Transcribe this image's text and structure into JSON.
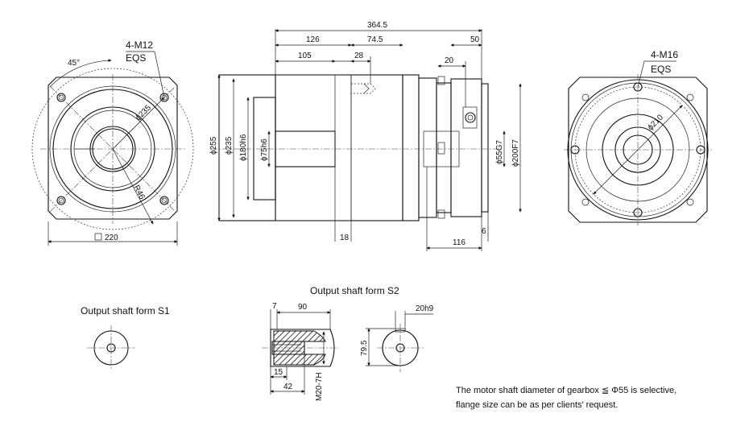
{
  "front_view": {
    "angle_label": "45°",
    "bolt_label": "4-M12",
    "eqs_label": "EQS",
    "pcd_label": "ϕ235",
    "radius_label": "R46",
    "square_label": "220"
  },
  "side_view": {
    "top_dims": [
      "364.5",
      "126",
      "74.5",
      "50",
      "105",
      "28",
      "20"
    ],
    "left_dims": [
      "ϕ255",
      "ϕ235",
      "ϕ180h6",
      "ϕ75h6"
    ],
    "right_dims": [
      "ϕ55G7",
      "ϕ200F7"
    ],
    "bottom_dims": [
      "18",
      "116",
      "6"
    ]
  },
  "rear_view": {
    "bolt_label": "4-M16",
    "eqs_label": "EQS",
    "pcd_label": "ϕ210"
  },
  "shaft_s1": {
    "title": "Output shaft form S1"
  },
  "shaft_s2": {
    "title": "Output shaft form S2",
    "dims": [
      "7",
      "90",
      "15",
      "42",
      "M20-7H",
      "20h9",
      "79.5"
    ]
  },
  "note": {
    "line1": "The motor shaft diameter of gearbox ≦ Φ55 is selective,",
    "line2": "flange size can be as per clients′   request."
  }
}
